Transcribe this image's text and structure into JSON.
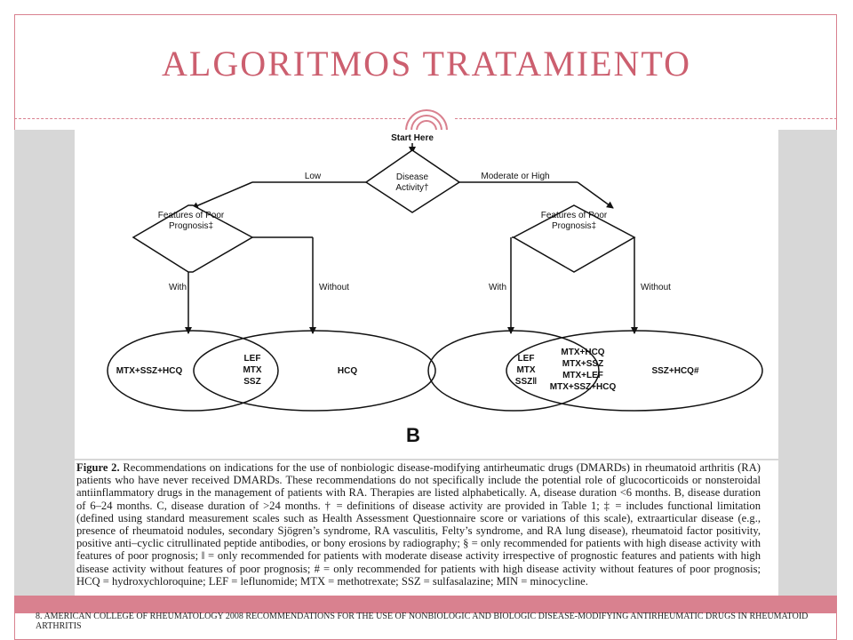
{
  "slide": {
    "title": "ALGORITMOS  TRATAMIENTO",
    "footer": "8. AMERICAN COLLEGE OF RHEUMATOLOGY 2008 RECOMMENDATIONS FOR THE USE OF NONBIOLOGIC AND BIOLOGIC DISEASE-MODIFYING ANTIRHEUMATIC DRUGS IN RHEUMATOID ARTHRITIS"
  },
  "flowchart": {
    "start": "Start Here",
    "decision_top": [
      "Disease",
      "Activity†"
    ],
    "branch_low": "Low",
    "branch_high": "Moderate or High",
    "prognosis": [
      "Features of Poor",
      "Prognosis‡"
    ],
    "with": "With",
    "without": "Without",
    "left_venn": {
      "left": "MTX+SSZ+HCQ",
      "center": [
        "LEF",
        "MTX",
        "SSZ"
      ],
      "right": "HCQ"
    },
    "right_venn": {
      "left": [
        "LEF",
        "MTX",
        "SSZ‖"
      ],
      "center": [
        "MTX+HCQ",
        "MTX+SSZ",
        "MTX+LEF",
        "MTX+SSZ+HCQ"
      ],
      "right": "SSZ+HCQ#"
    },
    "panel_label": "B"
  },
  "caption": {
    "lead": "Figure 2.",
    "body": " Recommendations on indications for the use of nonbiologic disease-modifying antirheumatic drugs (DMARDs) in rheumatoid arthritis (RA) patients who have never received DMARDs. These recommendations do not specifically include the potential role of glucocorticoids or nonsteroidal antiinflammatory drugs in the management of patients with RA. Therapies are listed alphabetically. A, disease duration <6 months. B, disease duration of 6–24 months. C, disease duration of >24 months. † = definitions of disease activity are provided in Table 1; ‡ = includes functional limitation (defined using standard measurement scales such as Health Assessment Questionnaire score or variations of this scale), extraarticular disease (e.g., presence of rheumatoid nodules, secondary Sjögren’s syndrome, RA vasculitis, Felty’s syndrome, and RA lung disease), rheumatoid factor positivity, positive anti–cyclic citrullinated peptide antibodies, or bony erosions by radiography; § = only recommended for patients with high disease activity with features of poor prognosis; ‖ = only recommended for patients with moderate disease activity irrespective of prognostic features and patients with high disease activity without features of poor prognosis; # = only recommended for patients with high disease activity without features of poor prognosis; HCQ = hydroxychloroquine; LEF = leflunomide; MTX = methotrexate; SSZ = sulfasalazine; MIN = minocycline."
  }
}
